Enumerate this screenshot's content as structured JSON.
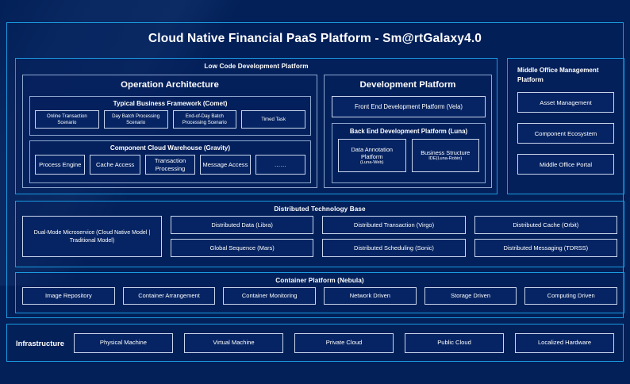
{
  "title": "Cloud Native Financial PaaS Platform - Sm@rtGalaxy4.0",
  "colors": {
    "background": "#032058",
    "accent_border": "#1b9ae0",
    "panel_border": "#8fa8cf",
    "chip_border": "#c9d6ec",
    "chip_fill": "#062463",
    "text": "#ffffff"
  },
  "low_code": {
    "title": "Low Code Development Platform",
    "operation_architecture": {
      "title": "Operation Architecture",
      "typical_business_framework": {
        "title": "Typical Business Framework (Comet)",
        "items": [
          "Online Transaction Scenario",
          "Day Batch Processing Scenario",
          "End-of-Day Batch Processing Scenario",
          "Timed Task"
        ]
      },
      "component_cloud_warehouse": {
        "title": "Component Cloud Warehouse (Gravity)",
        "items": [
          "Process Engine",
          "Cache Access",
          "Transaction Processing",
          "Message Access",
          "……"
        ]
      }
    },
    "development_platform": {
      "title": "Development Platform",
      "front_end": "Front End Development Platform (Vela)",
      "back_end": {
        "title": "Back End Development Platform (Luna)",
        "items": [
          {
            "name": "Data Annotation Platform",
            "sub": "(Luna-Web)"
          },
          {
            "name": "Business Structure",
            "sub": "IDE(Luna-Robin)"
          }
        ]
      }
    }
  },
  "middle_office": {
    "title": "Middle Office Management Platform",
    "items": [
      "Asset Management",
      "Component Ecosystem",
      "Middle Office Portal"
    ]
  },
  "distributed_technology_base": {
    "title": "Distributed Technology Base",
    "dual_mode": "Dual-Mode Microservice (Cloud Native Model | Traditional Model)",
    "columns": [
      {
        "top": "Distributed Data (Libra)",
        "bottom": "Global Sequence (Mars)"
      },
      {
        "top": "Distributed Transaction (Virgo)",
        "bottom": "Distributed Scheduling (Sonic)"
      },
      {
        "top": "Distributed Cache (Orbit)",
        "bottom": "Distributed Messaging (TDRSS)"
      }
    ]
  },
  "container_platform": {
    "title": "Container Platform (Nebula)",
    "items": [
      "Image Repository",
      "Container Arrangement",
      "Container Monitoring",
      "Network Driven",
      "Storage Driven",
      "Computing Driven"
    ]
  },
  "infrastructure": {
    "label": "Infrastructure",
    "items": [
      "Physical Machine",
      "Virtual Machine",
      "Private Cloud",
      "Public Cloud",
      "Localized Hardware"
    ]
  }
}
